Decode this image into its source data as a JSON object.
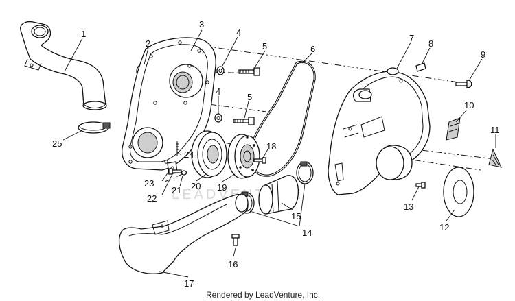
{
  "diagram": {
    "callouts": [
      {
        "id": "1",
        "label": "1"
      },
      {
        "id": "2",
        "label": "2"
      },
      {
        "id": "3",
        "label": "3"
      },
      {
        "id": "4a",
        "label": "4"
      },
      {
        "id": "5a",
        "label": "5"
      },
      {
        "id": "6",
        "label": "6"
      },
      {
        "id": "7",
        "label": "7"
      },
      {
        "id": "8",
        "label": "8"
      },
      {
        "id": "9",
        "label": "9"
      },
      {
        "id": "4b",
        "label": "4"
      },
      {
        "id": "5b",
        "label": "5"
      },
      {
        "id": "10",
        "label": "10"
      },
      {
        "id": "11",
        "label": "11"
      },
      {
        "id": "18",
        "label": "18"
      },
      {
        "id": "24",
        "label": "24"
      },
      {
        "id": "25",
        "label": "25"
      },
      {
        "id": "20",
        "label": "20"
      },
      {
        "id": "19",
        "label": "19"
      },
      {
        "id": "23",
        "label": "23"
      },
      {
        "id": "21",
        "label": "21"
      },
      {
        "id": "22",
        "label": "22"
      },
      {
        "id": "15",
        "label": "15"
      },
      {
        "id": "14",
        "label": "14"
      },
      {
        "id": "13",
        "label": "13"
      },
      {
        "id": "12",
        "label": "12"
      },
      {
        "id": "16",
        "label": "16"
      },
      {
        "id": "17",
        "label": "17"
      }
    ],
    "watermark": "LEADVENTURE",
    "footer": "Rendered by LeadVenture, Inc."
  }
}
